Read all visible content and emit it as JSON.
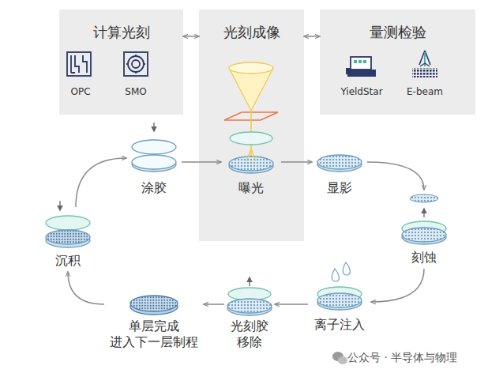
{
  "diagram": {
    "nodes": [
      {
        "text": [
          "计算光刻"
        ]
      },
      {
        "text": [
          "OPC"
        ],
        "in": 0
      },
      {
        "text": [
          "SMO"
        ],
        "in": 0
      },
      {
        "text": [
          "光刻成像"
        ]
      },
      {
        "text": [
          "量测检验"
        ]
      },
      {
        "text": [
          "YieldStar"
        ],
        "in": 4
      },
      {
        "text": [
          "E-beam"
        ],
        "in": 4
      },
      {
        "text": [
          "涂胶"
        ]
      },
      {
        "text": [
          "曝光"
        ],
        "in": 3
      },
      {
        "text": [
          "显影"
        ]
      },
      {
        "text": [
          "刻蚀"
        ]
      },
      {
        "text": [
          "沉积"
        ]
      },
      {
        "text": [
          "离子注入"
        ]
      },
      {
        "text": [
          "光刻胶 移除"
        ]
      },
      {
        "text": [
          "单层完成 进入下一层制程"
        ]
      }
    ],
    "edges": [
      {
        "from": 0,
        "to": 3,
        "arrow": "both"
      },
      {
        "from": 3,
        "to": 4,
        "arrow": "both"
      },
      {
        "from": 11,
        "to": 7,
        "arrow": "to"
      },
      {
        "from": 7,
        "to": 8,
        "arrow": "to"
      },
      {
        "from": 8,
        "to": 9,
        "arrow": "to"
      },
      {
        "from": 9,
        "to": 10,
        "arrow": "to"
      },
      {
        "from": 10,
        "to": 12,
        "arrow": "to"
      },
      {
        "from": 12,
        "to": 13,
        "arrow": "to"
      },
      {
        "from": 13,
        "to": 14,
        "arrow": "to"
      },
      {
        "from": 14,
        "to": 11,
        "arrow": "to"
      }
    ],
    "labels": [
      "公众号 · 半导体与物理"
    ]
  }
}
